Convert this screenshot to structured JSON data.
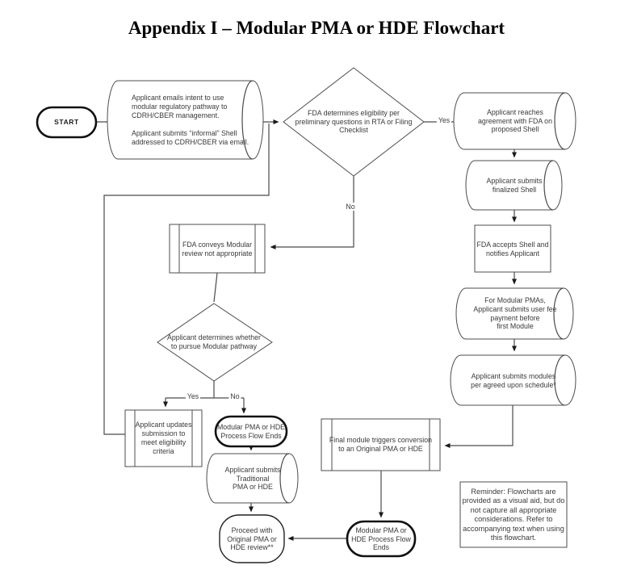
{
  "title": "Appendix I – Modular PMA or HDE Flowchart",
  "labels": {
    "yes1": "Yes",
    "no1": "No",
    "yes2": "Yes",
    "no2": "No"
  },
  "nodes": {
    "start": "START",
    "intent": "Applicant emails intent to use\nmodular regulatory pathway to\nCDRH/CBER management.\n\nApplicant submits “informal” Shell\naddressed to CDRH/CBER via email.",
    "eligibility": "FDA determines eligibility per\npreliminary questions in RTA or Filing\nChecklist",
    "agreement": "Applicant reaches\nagreement with FDA on\nproposed Shell",
    "finalized": "Applicant submits\nfinalized Shell",
    "accepts": "FDA accepts Shell and\nnotifies Applicant",
    "userfee": "For Modular PMAs,\nApplicant submits user fee\npayment before\nfirst Module",
    "modules": "Applicant submits modules\nper agreed upon schedule*",
    "conveys": "FDA conveys Modular\nreview not appropriate",
    "determines": "Applicant determines whether\nto pursue Modular pathway",
    "updates": "Applicant updates\nsubmission to\nmeet eligibility\ncriteria",
    "ends_left": "Modular PMA or HDE\nProcess Flow Ends",
    "traditional": "Applicant submits\nTraditional\nPMA or HDE",
    "proceed": "Proceed with\nOriginal PMA or\nHDE review**",
    "final_module": "Final module triggers conversion\nto an Original PMA or HDE",
    "ends_right": "Modular PMA or\nHDE Process Flow\nEnds",
    "reminder": "Reminder: Flowcharts are\nprovided as a visual aid, but do\nnot capture all appropriate\nconsiderations. Refer to\naccompanying text when using\nthis flowchart."
  },
  "colors": {
    "line": "#4a4a4a",
    "thick_border": "#111111",
    "text": "#3a3a3a",
    "background": "#ffffff"
  }
}
